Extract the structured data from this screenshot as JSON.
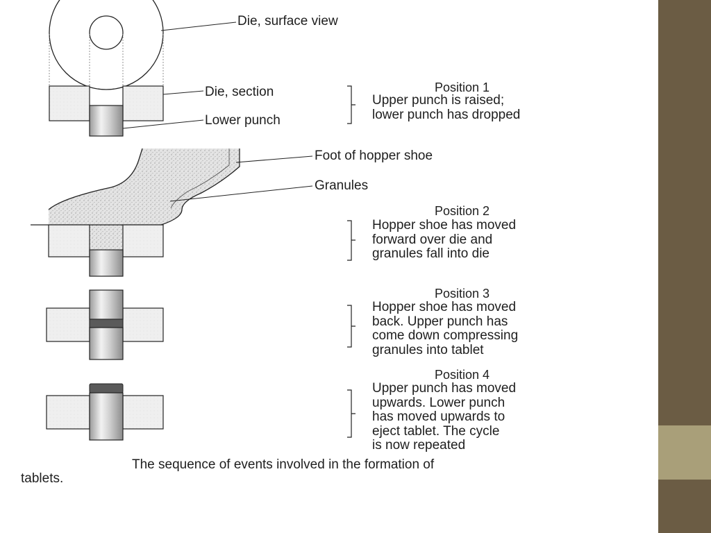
{
  "labels": {
    "die_surface_view": "Die, surface view",
    "die_section": "Die, section",
    "lower_punch": "Lower punch",
    "foot_of_hopper_shoe": "Foot of hopper shoe",
    "granules": "Granules"
  },
  "positions": [
    {
      "title": "Position 1",
      "lines": [
        "Upper punch is raised;",
        "lower punch has dropped"
      ]
    },
    {
      "title": "Position 2",
      "lines": [
        "Hopper shoe has moved",
        "forward over die and",
        "granules fall into die"
      ]
    },
    {
      "title": "Position 3",
      "lines": [
        "Hopper shoe has moved",
        "back. Upper punch has",
        "come down compressing",
        "granules into tablet"
      ]
    },
    {
      "title": "Position 4",
      "lines": [
        "Upper punch has moved",
        "upwards. Lower punch",
        "has moved upwards to",
        "eject tablet. The cycle",
        "is now repeated"
      ]
    }
  ],
  "caption": {
    "line1": "The sequence of events involved in the formation of",
    "line2": "tablets."
  },
  "colors": {
    "sidebar": "#6b5c44",
    "sidebar_band": "#a99f79",
    "die_fill": "#ececec",
    "granules_fill": "#e2e2e2",
    "tablet": "#5a5a5a"
  }
}
